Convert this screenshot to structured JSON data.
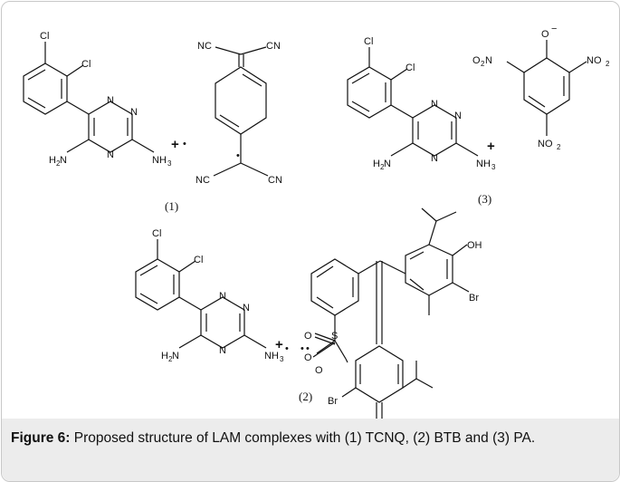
{
  "figure": {
    "compound_labels": [
      "(1)",
      "(2)",
      "(3)"
    ],
    "caption_label": "Figure 6:",
    "caption_text": "Proposed structure of LAM complexes with (1) TCNQ, (2) BTB and (3) PA."
  },
  "atoms": {
    "cl": "Cl",
    "n": "N",
    "nc": "NC",
    "cn": "CN",
    "h2n_h": "H",
    "h2n_n": "N",
    "nh3_n": "NH",
    "sub2": "2",
    "sub3": "3",
    "o2n_o": "O",
    "o2n_n": "N",
    "no2_no": "NO",
    "o_minus": "O",
    "minus": "−",
    "plus": "+",
    "radical_dot": "•",
    "oh": "OH",
    "br": "Br",
    "o": "O",
    "s": "S"
  }
}
